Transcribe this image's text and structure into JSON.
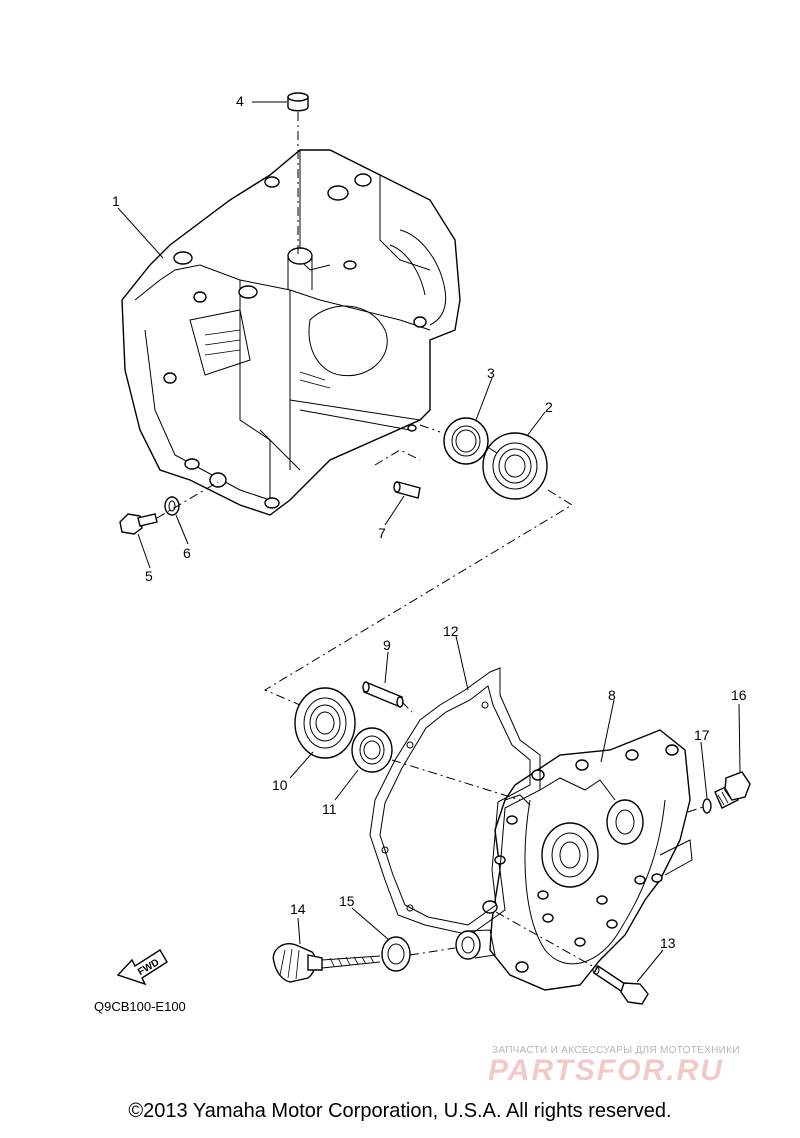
{
  "diagram": {
    "part_numbers": {
      "p1": "1",
      "p2": "2",
      "p3": "3",
      "p4": "4",
      "p5": "5",
      "p6": "6",
      "p7": "7",
      "p8": "8",
      "p9": "9",
      "p10": "10",
      "p11": "11",
      "p12": "12",
      "p13": "13",
      "p14": "14",
      "p15": "15",
      "p16": "16",
      "p17": "17"
    },
    "fwd_label": "FWD",
    "diagram_code": "Q9CB100-E100"
  },
  "watermark": {
    "tagline": "ЗАПЧАСТИ И АКСЕССУАРЫ ДЛЯ МОТОТЕХНИКИ",
    "logo": "PARTSFOR.RU"
  },
  "footer": {
    "copyright": "©2013 Yamaha Motor Corporation, U.S.A. All rights reserved."
  }
}
